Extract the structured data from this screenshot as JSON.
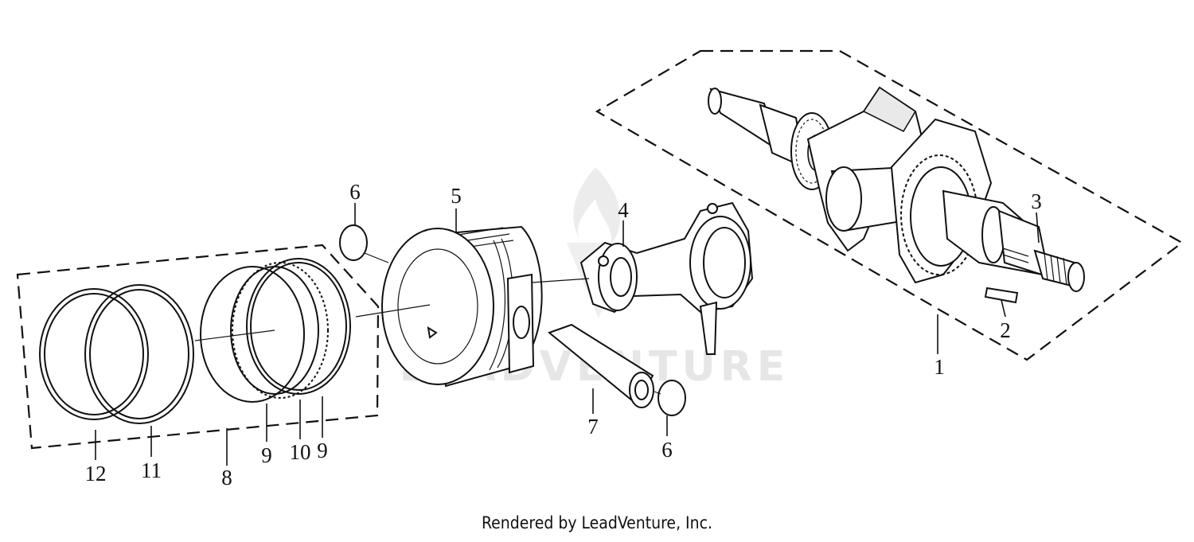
{
  "watermark": "LEADVENTURE",
  "footer": "Rendered by LeadVenture, Inc.",
  "parts": [
    {
      "id": "crankshaft-assembly",
      "label": "1"
    },
    {
      "id": "key",
      "label": "2"
    },
    {
      "id": "crankshaft",
      "label": "3"
    },
    {
      "id": "connecting-rod",
      "label": "4"
    },
    {
      "id": "piston",
      "label": "5"
    },
    {
      "id": "circlip-top",
      "label": "6"
    },
    {
      "id": "piston-pin",
      "label": "7"
    },
    {
      "id": "piston-ring-set",
      "label": "8"
    },
    {
      "id": "oil-ring-rail-left",
      "label": "9"
    },
    {
      "id": "oil-ring-spacer",
      "label": "10"
    },
    {
      "id": "oil-ring-rail-right",
      "label": "9"
    },
    {
      "id": "second-ring",
      "label": "11"
    },
    {
      "id": "top-ring",
      "label": "12"
    },
    {
      "id": "circlip-bottom",
      "label": "6"
    }
  ]
}
